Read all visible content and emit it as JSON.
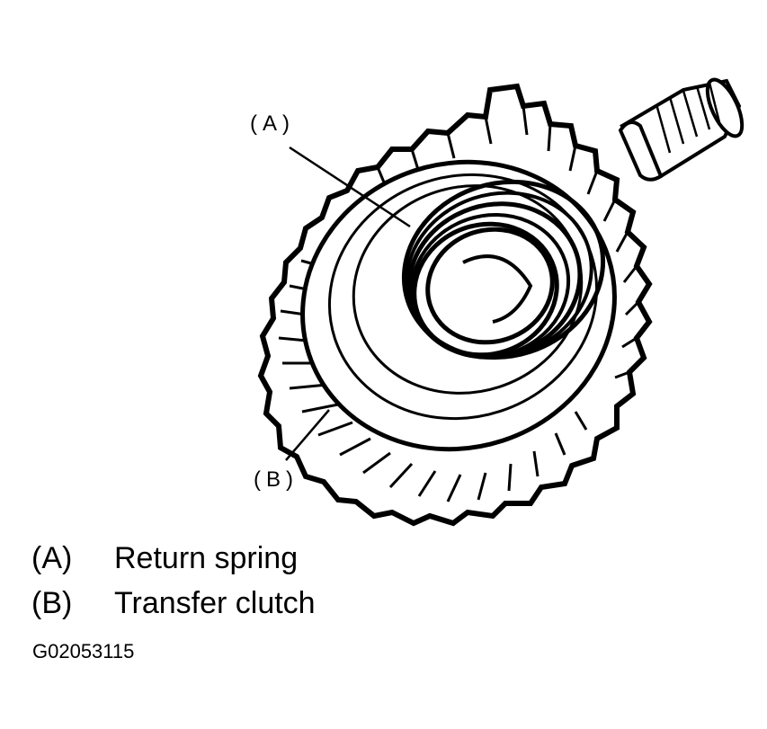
{
  "callouts": {
    "a": "(A)",
    "b": "(B)"
  },
  "legend": [
    {
      "key": "(A)",
      "label": "Return spring"
    },
    {
      "key": "(B)",
      "label": "Transfer clutch"
    }
  ],
  "figure_id": "G02053115",
  "colors": {
    "ink": "#000000",
    "paper": "#ffffff"
  }
}
